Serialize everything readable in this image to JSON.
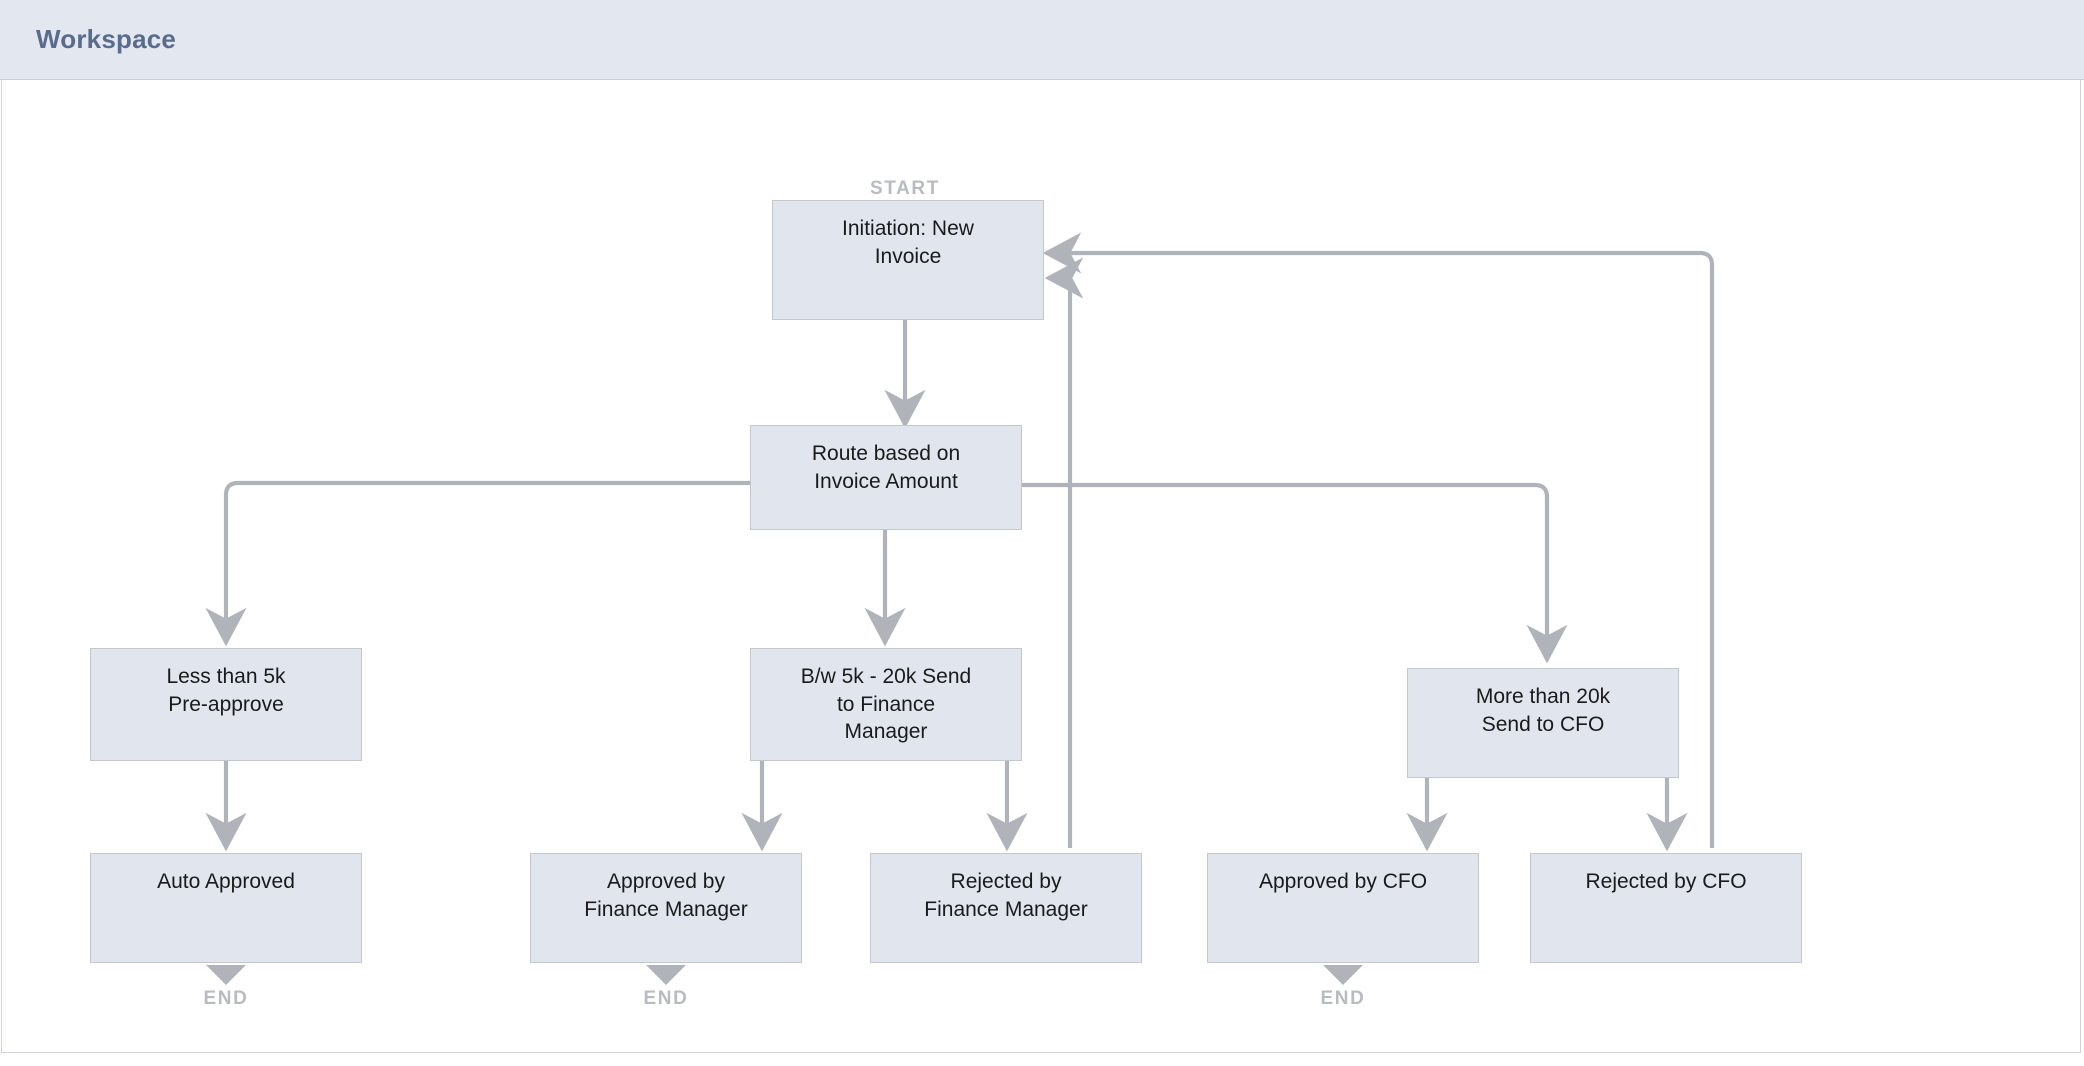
{
  "header": {
    "title": "Workspace"
  },
  "diagram": {
    "type": "flowchart",
    "start_label": "START",
    "end_label": "END",
    "edge_color": "#b0b4ba",
    "node_fill": "#e1e6ee",
    "node_border": "#c4c8ce",
    "nodes": [
      {
        "id": "initiation",
        "label": "Initiation: New\nInvoice"
      },
      {
        "id": "route",
        "label": "Route based on\nInvoice Amount"
      },
      {
        "id": "less5k",
        "label": "Less than 5k\nPre-approve"
      },
      {
        "id": "bw5k20k",
        "label": "B/w 5k - 20k Send\nto Finance\nManager"
      },
      {
        "id": "more20k",
        "label": "More than 20k\nSend to CFO"
      },
      {
        "id": "autoapproved",
        "label": "Auto Approved"
      },
      {
        "id": "approvedfm",
        "label": "Approved by\nFinance Manager"
      },
      {
        "id": "rejectedfm",
        "label": "Rejected by\nFinance Manager"
      },
      {
        "id": "approvedcfo",
        "label": "Approved by CFO"
      },
      {
        "id": "rejectedcfo",
        "label": "Rejected by CFO"
      }
    ],
    "edges": [
      {
        "from": "start",
        "to": "initiation"
      },
      {
        "from": "initiation",
        "to": "route"
      },
      {
        "from": "route",
        "to": "less5k"
      },
      {
        "from": "route",
        "to": "bw5k20k"
      },
      {
        "from": "route",
        "to": "more20k"
      },
      {
        "from": "less5k",
        "to": "autoapproved"
      },
      {
        "from": "bw5k20k",
        "to": "approvedfm"
      },
      {
        "from": "bw5k20k",
        "to": "rejectedfm"
      },
      {
        "from": "more20k",
        "to": "approvedcfo"
      },
      {
        "from": "more20k",
        "to": "rejectedcfo"
      },
      {
        "from": "rejectedfm",
        "to": "initiation"
      },
      {
        "from": "rejectedcfo",
        "to": "initiation"
      },
      {
        "from": "autoapproved",
        "to": "end"
      },
      {
        "from": "approvedfm",
        "to": "end"
      },
      {
        "from": "approvedcfo",
        "to": "end"
      }
    ]
  }
}
